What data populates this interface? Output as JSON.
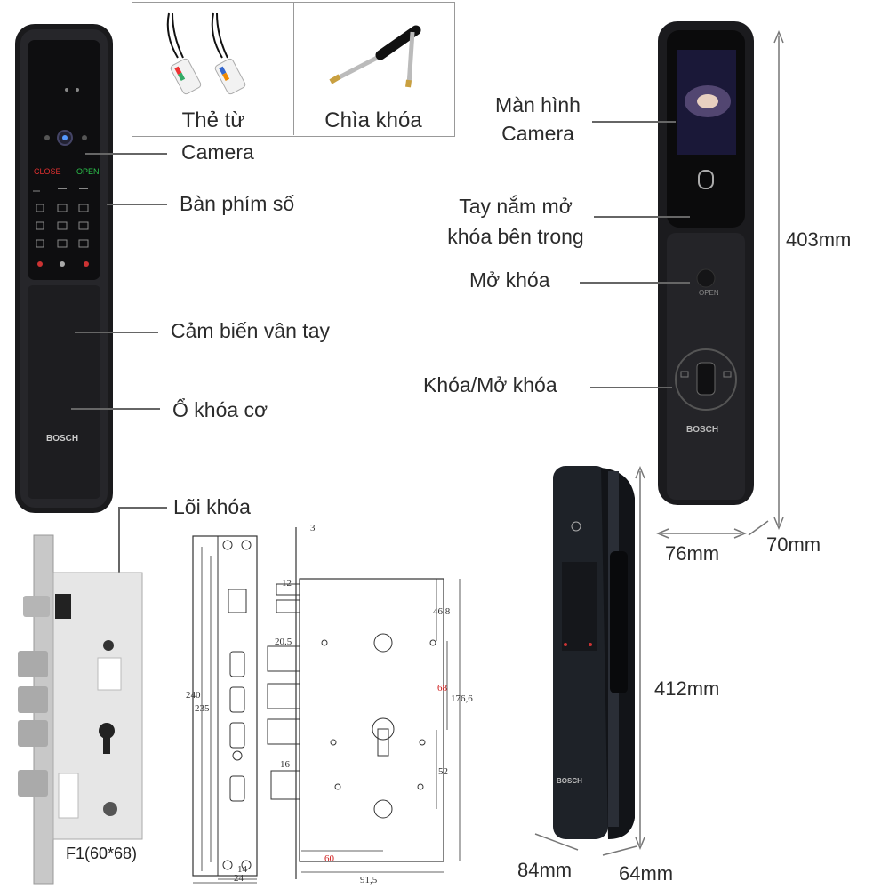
{
  "accessories": [
    {
      "label": "Thẻ từ",
      "icon": "rfid-card-tags-icon"
    },
    {
      "label": "Chìa khóa",
      "icon": "mechanical-key-icon"
    }
  ],
  "front_lock": {
    "brand": "BOSCH",
    "keypad_close": "CLOSE",
    "keypad_open": "OPEN",
    "callouts": {
      "camera": "Camera",
      "keypad": "Bàn phím số",
      "fingerprint": "Cảm biến vân tay",
      "mech_lock": "Ổ khóa cơ",
      "lock_core": "Lõi khóa"
    }
  },
  "back_lock": {
    "brand": "BOSCH",
    "open_label": "OPEN",
    "callouts": {
      "screen_line1": "Màn hình",
      "screen_line2": "Camera",
      "handle_line1": "Tay nắm mở",
      "handle_line2": "khóa bên trong",
      "unlock": "Mở khóa",
      "lock_unlock": "Khóa/Mở khóa"
    },
    "dims": {
      "height": "403mm",
      "width": "76mm",
      "depth": "70mm"
    }
  },
  "side_lock": {
    "brand": "BOSCH",
    "dims": {
      "height": "412mm",
      "width": "84mm",
      "depth": "64mm"
    }
  },
  "mortise": {
    "model": "F1(60*68)",
    "drawing_labels": {
      "top": "3",
      "a": "12",
      "b": "20.5",
      "c": "16",
      "d": "46,8",
      "e": "68",
      "f": "176,6",
      "g": "52",
      "h": "60",
      "i": "91,5",
      "j": "240",
      "k": "235",
      "l": "24",
      "m": "14"
    }
  }
}
